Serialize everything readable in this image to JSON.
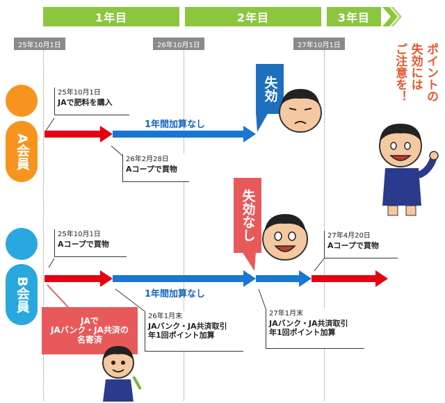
{
  "years": {
    "y1": "1年目",
    "y2": "2年目",
    "y3": "3年目"
  },
  "dates": {
    "d1": "25年10月1日",
    "d2": "26年10月1日",
    "d3": "27年10月1日"
  },
  "members": {
    "a_label": "A会員",
    "b_label": "B会員"
  },
  "a_row": {
    "callout1_date": "25年10月1日",
    "callout1_text": "JAで肥料を購入",
    "arrow_text": "1年間加算なし",
    "callout2_date": "26年2月28日",
    "callout2_text": "Aコープで買物",
    "expired": "失効"
  },
  "b_row": {
    "callout1_date": "25年10月1日",
    "callout1_text": "Aコープで買物",
    "arrow_text": "1年間加算なし",
    "callout2_date": "26年1月末",
    "callout2_line1": "JAバンク・JA共済取引",
    "callout2_line2": "年1回ポイント加算",
    "callout3_date": "27年1月末",
    "callout3_line1": "JAバンク・JA共済取引",
    "callout3_line2": "年1回ポイント加算",
    "callout4_date": "27年4月20日",
    "callout4_text": "Aコープで買物",
    "not_expired": "失効なし",
    "registration_line1": "JAで",
    "registration_line2": "JAバンク・JA共済の",
    "registration_line3": "名寄済"
  },
  "notice": {
    "col1": "ポイントの",
    "col2": "失効には",
    "col3": "ご注意を！"
  },
  "colors": {
    "year_green": "#8cc63f",
    "member_a": "#f7941d",
    "member_b": "#29a8e0",
    "arrow_red": "#e60012",
    "arrow_blue": "#1976d2",
    "stamp_blue": "#1e6fbf",
    "stamp_red": "#e85a5a",
    "notice_orange": "#e4572e"
  }
}
